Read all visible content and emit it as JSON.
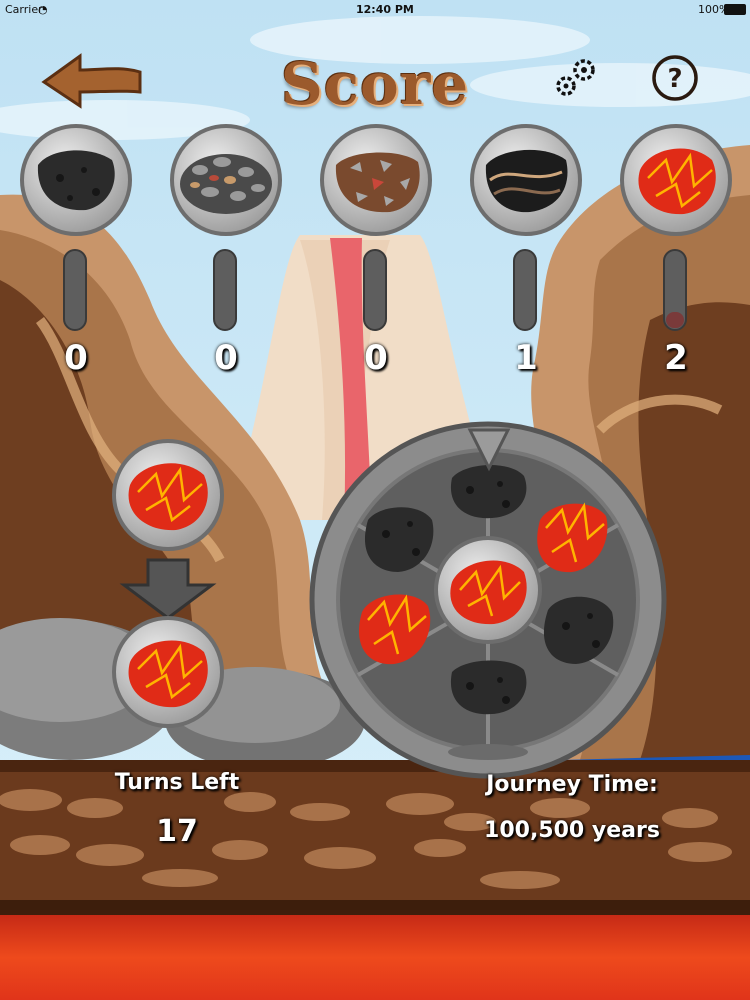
{
  "status_bar": {
    "carrier": "Carrier",
    "time": "12:40 PM",
    "battery": "100%"
  },
  "header": {
    "title": "Score",
    "back_icon": "arrow-left-icon",
    "settings_icon": "gears-icon",
    "help_icon": "question-icon"
  },
  "rock_types": [
    {
      "icon": "basalt-rock-icon",
      "count": "0"
    },
    {
      "icon": "conglomerate-rock-icon",
      "count": "0"
    },
    {
      "icon": "breccia-rock-icon",
      "count": "0"
    },
    {
      "icon": "banded-rock-icon",
      "count": "1"
    },
    {
      "icon": "magma-rock-icon",
      "count": "2"
    }
  ],
  "transition": {
    "from": "magma-rock-icon",
    "arrow": "arrow-down-icon",
    "to": "magma-rock-icon"
  },
  "wheel": {
    "segments": [
      "basalt-rock-icon",
      "magma-rock-icon",
      "basalt-rock-icon",
      "basalt-rock-icon",
      "magma-rock-icon",
      "basalt-rock-icon"
    ],
    "center": "magma-rock-icon",
    "pointer": "pointer-icon"
  },
  "footer": {
    "turns_label": "Turns Left",
    "turns_value": "17",
    "journey_label": "Journey Time:",
    "journey_value": "100,500 years"
  },
  "colors": {
    "sky": "#c7e6f5",
    "lava": "#e8361a",
    "rock_brown": "#a9754a",
    "title": "#9b5a2c"
  }
}
